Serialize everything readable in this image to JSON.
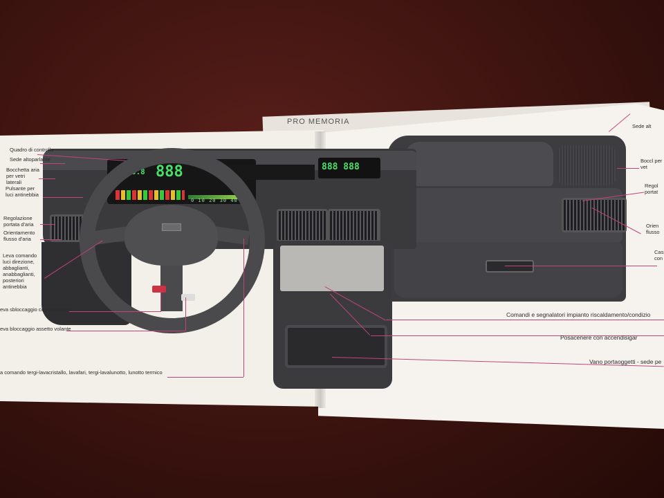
{
  "page_header": "PRO MEMORIA",
  "displays": {
    "cluster_big": "888",
    "cluster_small": "8888.8",
    "center": "888 888",
    "scale": "0 10 20 30 40 50"
  },
  "left_labels": [
    {
      "id": "quadro",
      "text": "Quadro di controllo"
    },
    {
      "id": "sede",
      "text": "Sede altoparlante"
    },
    {
      "id": "bocchetta",
      "text": "Bocchetta aria per vetri laterali"
    },
    {
      "id": "pulsante",
      "text": "Pulsante per luci antinebbia"
    },
    {
      "id": "regolazione",
      "text": "Regolazione portata d'aria"
    },
    {
      "id": "orientamento",
      "text": "Orientamento flusso d'aria"
    },
    {
      "id": "leva",
      "text": "Leva comando luci direzione, abbaglianti, anabbaglianti, posteriori antinebbia"
    }
  ],
  "bottom_labels": [
    {
      "id": "cofano",
      "text": "eva sbloccaggio cofano motore"
    },
    {
      "id": "assetto",
      "text": "eva bloccaggio assetto volante"
    },
    {
      "id": "tergi",
      "text": "a comando tergi-lavacristallo, lavafari, tergi-lavalunotto, lunotto termico"
    }
  ],
  "right_labels": [
    {
      "id": "riscaldamento",
      "text": "Comandi e segnalatori impianto riscaldamento/condizio"
    },
    {
      "id": "posacenere",
      "text": "Posacenere con accendisigar"
    },
    {
      "id": "vano",
      "text": "Vano portaoggetti - sede pe"
    }
  ],
  "right_edge_labels": [
    {
      "id": "sede_alt",
      "text": "Sede alt"
    },
    {
      "id": "bocc",
      "text": "Boccl per vet"
    },
    {
      "id": "regol",
      "text": "Regol portat"
    },
    {
      "id": "orient",
      "text": "Orien flusso"
    },
    {
      "id": "cassetto",
      "text": "Cassetto con"
    }
  ],
  "colors": {
    "leader_line": "#c2457a",
    "lcd": "#49e06a",
    "table": "#3b130f"
  }
}
